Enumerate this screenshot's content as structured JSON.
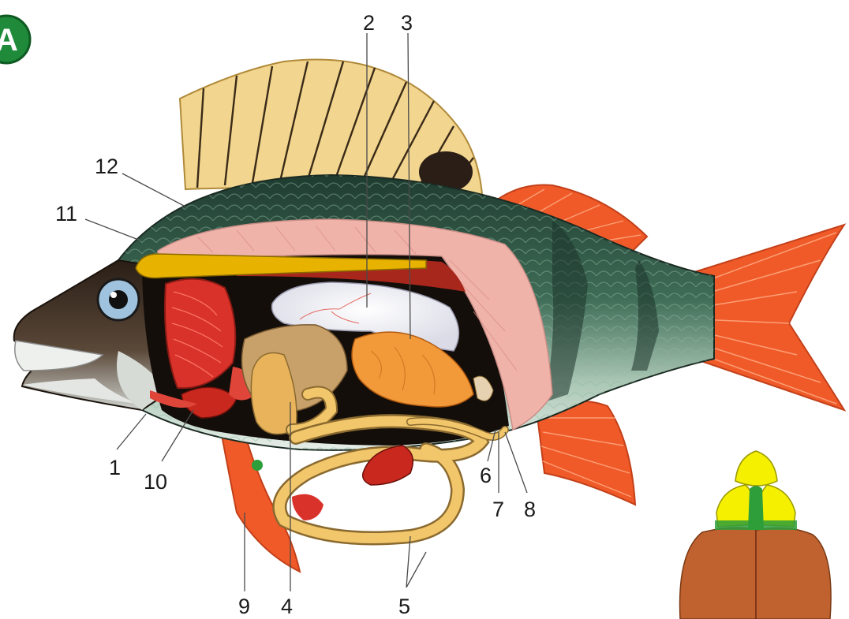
{
  "badge": {
    "text": "A",
    "color": "#1e8a3a"
  },
  "labels": {
    "l1": "1",
    "l2": "2",
    "l3": "3",
    "l4": "4",
    "l5": "5",
    "l6": "6",
    "l7": "7",
    "l8": "8",
    "l9": "9",
    "l10": "10",
    "l11": "11",
    "l12": "12"
  },
  "colors": {
    "dorsal_fin": "#f2d58e",
    "back_scales": "#274a3c",
    "belly_scales": "#d9e6dc",
    "fins_red": "#f05a28",
    "muscle_pink": "#f0b3aa",
    "gills": "#d9322a",
    "intestine": "#f2c66a",
    "liver": "#f29a3a",
    "swim_bladder": "#f2f2f7",
    "brain_yellow": "#f5f000",
    "brain_green": "#2e9e3a",
    "brain_brown": "#c0622f"
  }
}
